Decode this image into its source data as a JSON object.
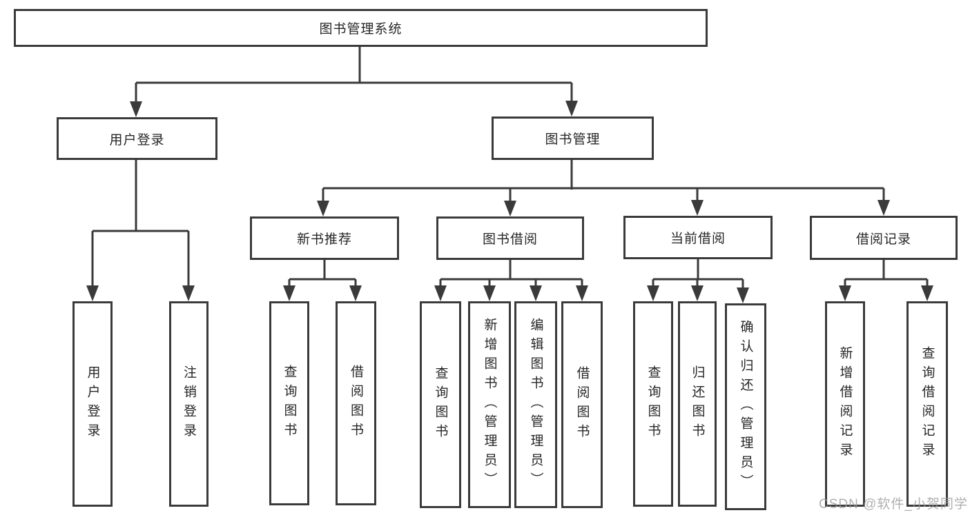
{
  "colors": {
    "line": "#3a3a3a",
    "border": "#3a3a3a",
    "text": "#262626",
    "background": "#ffffff",
    "watermark": "#9b9b9b"
  },
  "watermark": "CSDN @软件_小贺同学",
  "nodes": {
    "root": "图书管理系统",
    "user_login": "用户登录",
    "book_mgmt": "图书管理",
    "new_book_rec": "新书推荐",
    "book_borrow": "图书借阅",
    "current_borrow": "当前借阅",
    "borrow_record": "借阅记录",
    "leaf_user_login": "用户登录",
    "leaf_logout": "注销登录",
    "leaf_query_book_a": "查询图书",
    "leaf_borrow_book_a": "借阅图书",
    "leaf_query_book_b": "查询图书",
    "leaf_add_book": "新增图书（管理员）",
    "leaf_edit_book": "编辑图书（管理员）",
    "leaf_borrow_book_b": "借阅图书",
    "leaf_query_book_c": "查询图书",
    "leaf_return_book": "归还图书",
    "leaf_confirm_return": "确认归还（管理员）",
    "leaf_add_record": "新增借阅记录",
    "leaf_query_record": "查询借阅记录"
  }
}
